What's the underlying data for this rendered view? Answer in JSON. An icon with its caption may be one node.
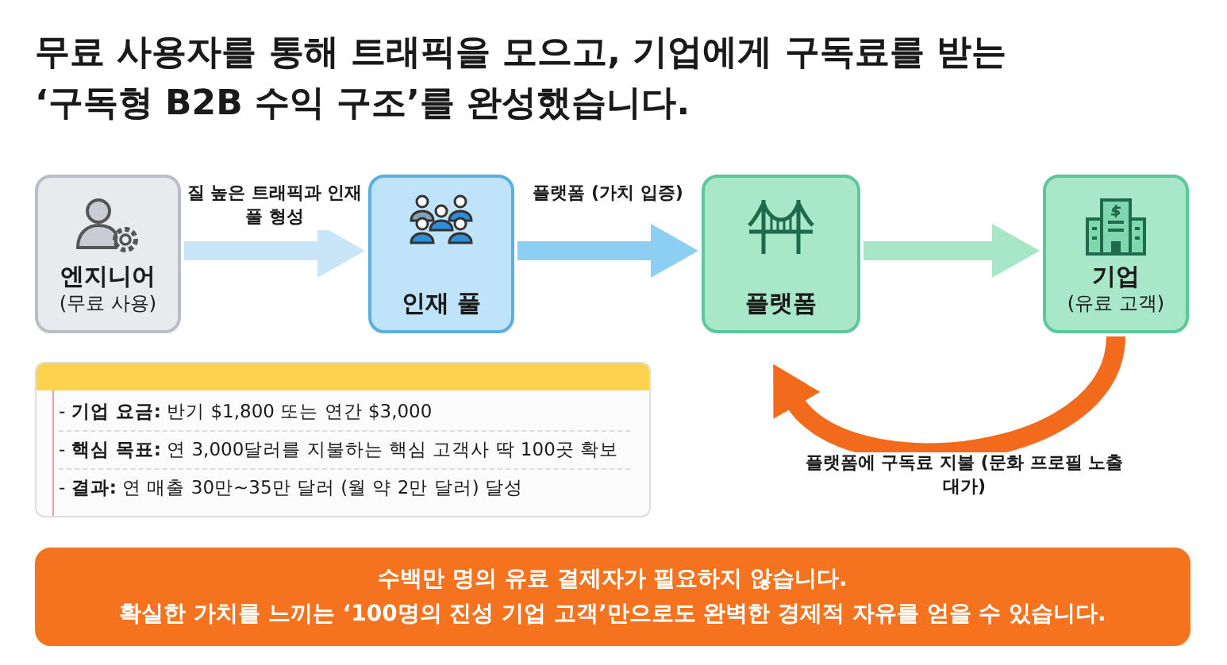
{
  "diagram": {
    "title": "무료 사용자를 통해 트래픽을 모으고, 기업에게 구독료를 받는 ‘구독형 B2B 수익 구조’를 완성했습니다.",
    "nodes": [
      {
        "text": [
          "엔지니어",
          "(무료 사용)"
        ]
      },
      {
        "text": [
          "인재 풀"
        ]
      },
      {
        "text": [
          "플랫폼"
        ]
      },
      {
        "text": [
          "기업",
          "(유료 고객)"
        ]
      },
      {
        "text": [
          "수백만 명의 유료 결제자가 필요하지 않습니다.",
          "확실한 가치를 느끼는 ‘100명의 진성 기업 고객’만으로도 완벽한 경제적 자유를 얻을 수 있습니다."
        ]
      }
    ],
    "edges": [
      {
        "from": 0,
        "to": 1,
        "arrow": "to",
        "label": "질 높은 트래픽과 인재 풀 형성"
      },
      {
        "from": 1,
        "to": 2,
        "arrow": "to",
        "label": "플랫폼 (가치 입증)",
        "color": "#8ccff3"
      },
      {
        "from": 2,
        "to": 3,
        "arrow": "to",
        "color": "#a8e6c8"
      },
      {
        "from": 3,
        "to": 2,
        "arrow": "to",
        "label": "플랫폼에 구독료 지불 (문화 프로필 노출 대가)",
        "color": "#f26b1d"
      }
    ],
    "labels": [
      "- **기업 요금:** 반기 $1,800 또는 연간 $3,000",
      "- **핵심 목표:** 연 3,000달러를 지불하는 핵심 고객사 딱 100곳 확보",
      "- **결과:** 연 매출 30만~35만 달러 (월 약 2만 달러) 달성"
    ]
  }
}
